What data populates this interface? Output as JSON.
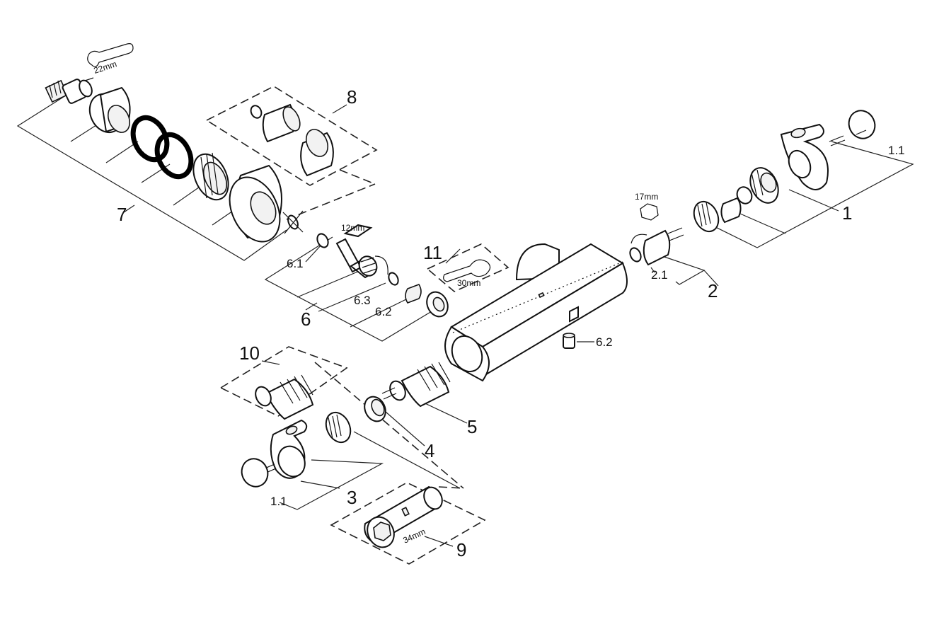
{
  "callouts": {
    "c1": "1",
    "c1_1_right": "1.1",
    "c2": "2",
    "c2_1": "2.1",
    "c3": "3",
    "c1_1_left": "1.1",
    "c4": "4",
    "c5": "5",
    "c6": "6",
    "c6_1": "6.1",
    "c6_2": "6.2",
    "c6_2_body": "6.2",
    "c6_3": "6.3",
    "c7": "7",
    "c8": "8",
    "c9": "9",
    "c10": "10",
    "c11": "11"
  },
  "tool_sizes": {
    "wrench_22": "22mm",
    "hex_17": "17mm",
    "allen_12": "12mm",
    "wrench_30": "30mm",
    "socket_34": "34mm"
  },
  "colors": {
    "line": "#222222",
    "fill": "#ffffff",
    "shade": "#f2f2f2"
  }
}
